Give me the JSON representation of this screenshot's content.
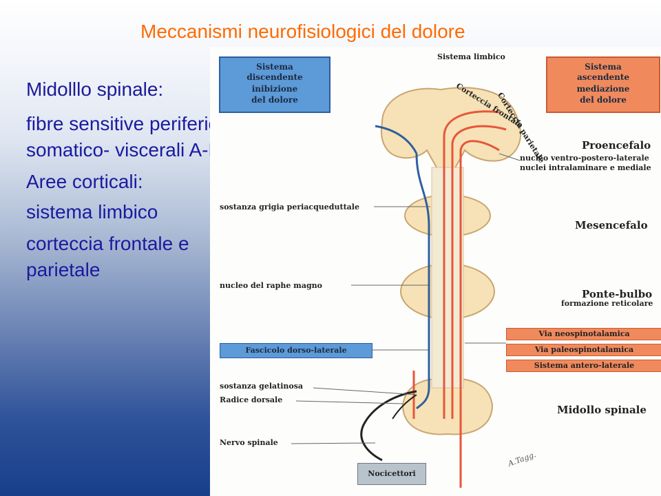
{
  "title": "Meccanismi neurofisiologici del dolore",
  "left_text": {
    "line1": "Midolllo spinale:",
    "line2": "fibre sensitive periferiche",
    "line3": "somatico- viscerali A-B-C",
    "line4": "Aree corticali:",
    "line5": "sistema limbico",
    "line6": "corteccia frontale e",
    "line7": "parietale"
  },
  "figure": {
    "box_descendente": [
      "Sistema",
      "discendente",
      "inibizione",
      "del dolore"
    ],
    "box_ascendente": [
      "Sistema",
      "ascendente",
      "mediazione",
      "del dolore"
    ],
    "sistema_limbico": "Sistema limbico",
    "corteccia_frontale": "Corteccia frontale",
    "corteccia_parietale": "Corteccia parietale",
    "proencefalo": "Proencefalo",
    "nucleo_ventro": "nucleo ventro-postero-laterale",
    "nuclei_intralaminare": "nuclei intralaminare e mediale",
    "sostanza_grigia": "sostanza grigia periacqueduttale",
    "mesencefalo": "Mesencefalo",
    "nucleo_raphe": "nucleo del raphe magno",
    "ponte_bulbo": "Ponte-bulbo",
    "formazione_reticolare": "formazione reticolare",
    "via_neo": "Via neospinotalamica",
    "via_paleo": "Via paleospinotalamica",
    "sistema_antero": "Sistema antero-laterale",
    "fascicolo": "Fascicolo dorso-laterale",
    "sostanza_gelatinosa": "sostanza gelatinosa",
    "radice_dorsale": "Radice dorsale",
    "midollo_spinale": "Midollo spinale",
    "nervo_spinale": "Nervo spinale",
    "nocicettori": "Nocicettori",
    "signature": "A.Tagg."
  },
  "colors": {
    "title": "#ff6a00",
    "body_text": "#1a1aa0",
    "descending_pathway": "#2f5f9e",
    "ascending_pathway": "#e8553a",
    "nerve": "#222222",
    "tissue": "#f6e2b6"
  }
}
